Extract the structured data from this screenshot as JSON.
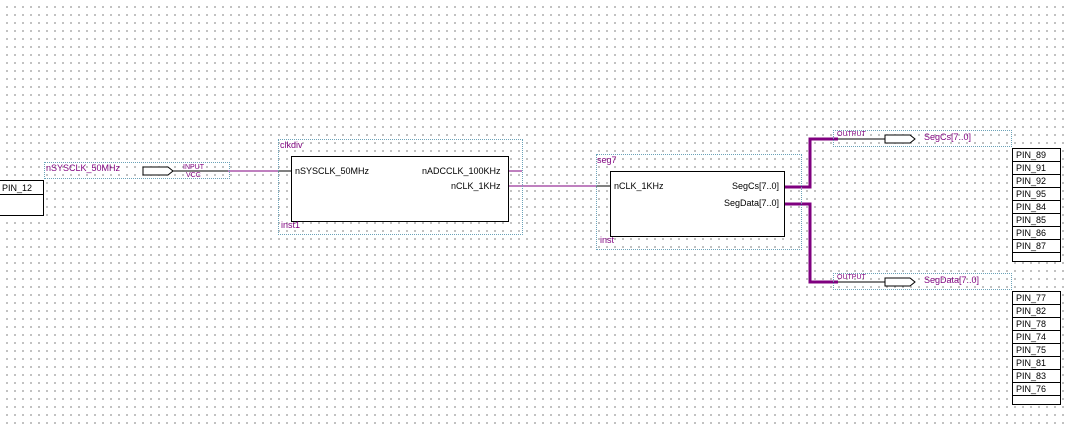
{
  "input_pin": {
    "net_label": "nSYSCLK_50MHz",
    "type_label": "INPUT",
    "default_label": "VCC",
    "assignment": [
      "PIN_12",
      ""
    ]
  },
  "clkdiv": {
    "name": "clkdiv",
    "instance": "inst1",
    "ports_in": [
      "nSYSCLK_50MHz"
    ],
    "ports_out": [
      "nADCCLK_100KHz",
      "nCLK_1KHz"
    ]
  },
  "seg7": {
    "name": "seg7",
    "instance": "inst",
    "ports_in": [
      "nCLK_1KHz"
    ],
    "ports_out": [
      "SegCs[7..0]",
      "SegData[7..0]"
    ]
  },
  "outputs": [
    {
      "type_label": "OUTPUT",
      "net_label": "SegCs[7..0]",
      "assignment": [
        "PIN_89",
        "PIN_91",
        "PIN_92",
        "PIN_95",
        "PIN_84",
        "PIN_85",
        "PIN_86",
        "PIN_87",
        ""
      ]
    },
    {
      "type_label": "OUTPUT",
      "net_label": "SegData[7..0]",
      "assignment": [
        "PIN_77",
        "PIN_82",
        "PIN_78",
        "PIN_74",
        "PIN_75",
        "PIN_81",
        "PIN_83",
        "PIN_76",
        ""
      ]
    }
  ],
  "colors": {
    "wire": "#7f007f",
    "bus": "#7f007f",
    "outline": "#6aa2b8",
    "text_symbol": "#7f007f",
    "text_port": "#000000"
  }
}
